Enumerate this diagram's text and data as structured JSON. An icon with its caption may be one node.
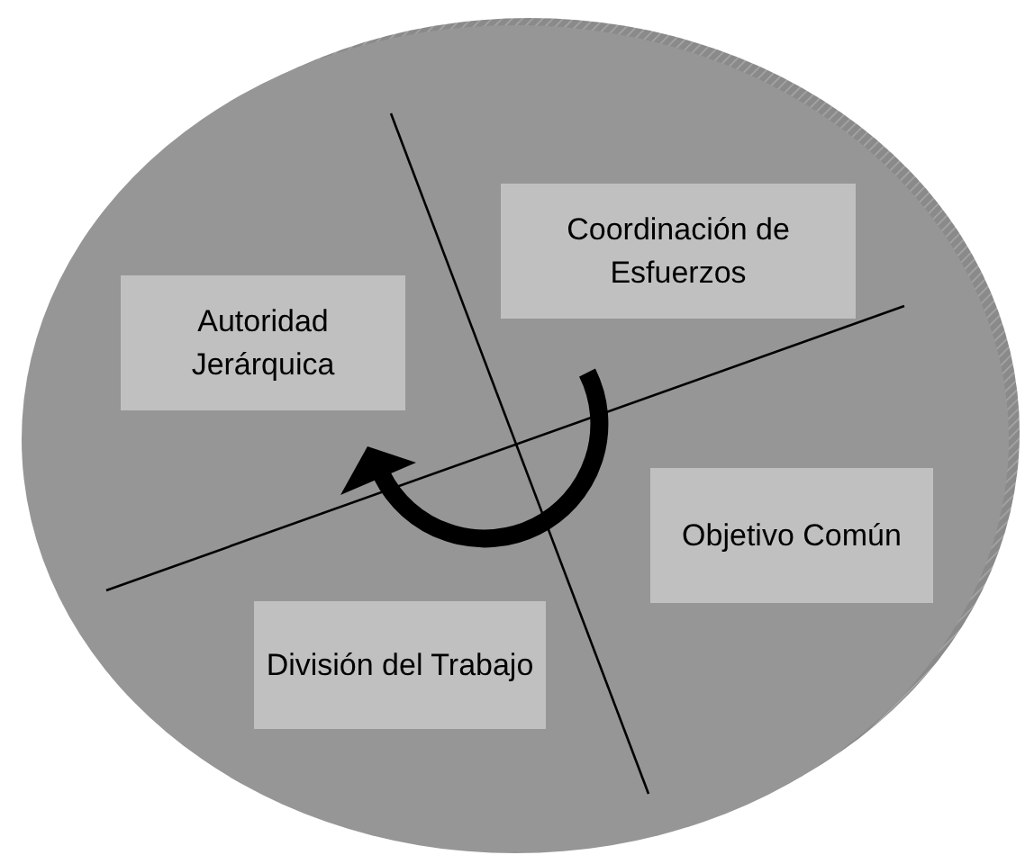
{
  "diagram": {
    "nodes": [
      {
        "text": [
          "Coordinación de Esfuerzos"
        ]
      },
      {
        "text": [
          "Autoridad Jerárquica"
        ]
      },
      {
        "text": [
          "Objetivo Común"
        ]
      },
      {
        "text": [
          "División del Trabajo"
        ]
      }
    ]
  }
}
